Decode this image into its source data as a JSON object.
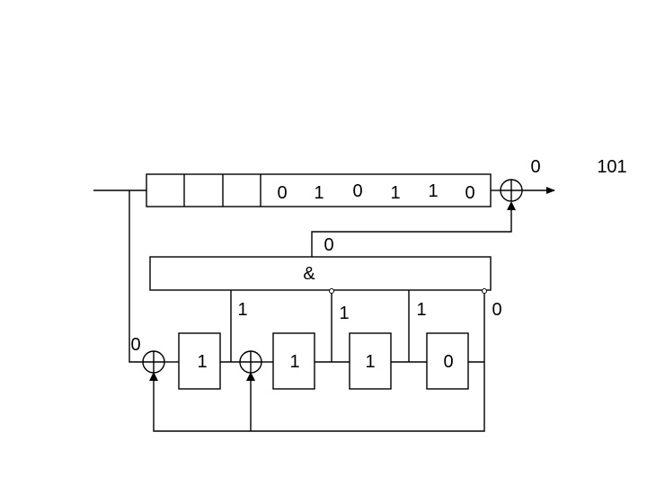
{
  "register": {
    "cells": [
      "",
      "",
      "",
      "0",
      "1",
      "0",
      "1",
      "1",
      "0"
    ]
  },
  "labels": {
    "output_bit": "0",
    "output_sequence": "101",
    "and_input": "0",
    "and_symbol": "&",
    "left_input": "0",
    "tap_values": [
      "1",
      "1",
      "1",
      "0"
    ]
  },
  "lfsr": {
    "cells": [
      "1",
      "1",
      "1",
      "0"
    ]
  }
}
